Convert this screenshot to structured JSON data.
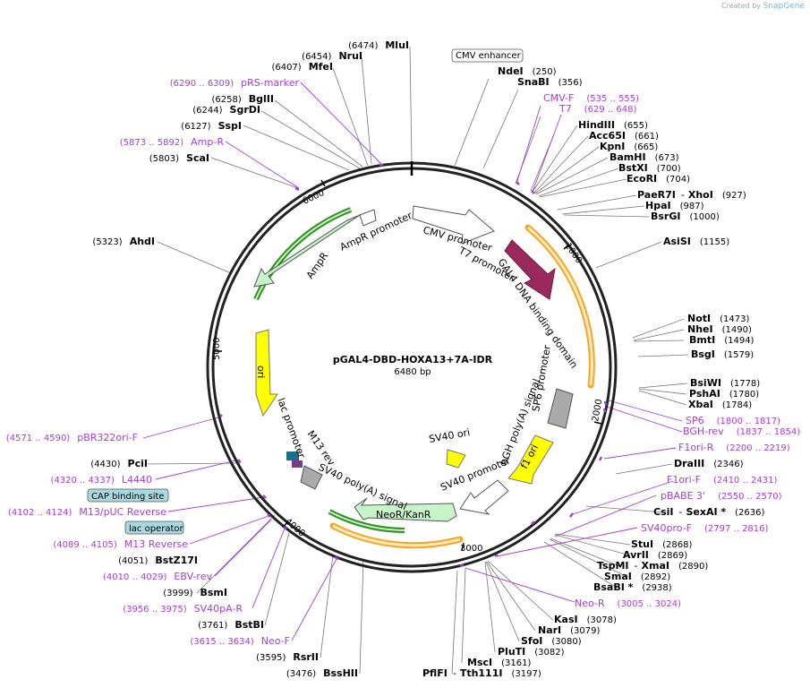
{
  "credit": {
    "prefix": "Created by",
    "brand": "SnapGene"
  },
  "plasmid": {
    "name": "pGAL4-DBD-HOXA13+7A-IDR",
    "length": "6480 bp"
  },
  "ticks": [
    "1000",
    "2000",
    "3000",
    "4000",
    "5000",
    "6000"
  ],
  "labels_right": [
    {
      "name": "NdeI",
      "pos": "(250)"
    },
    {
      "name": "SnaBI",
      "pos": "(356)"
    },
    {
      "primer": "CMV-F",
      "range": "(535 .. 555)"
    },
    {
      "primer": "T7",
      "range": "(629 .. 648)"
    },
    {
      "name": "HindIII",
      "pos": "(655)"
    },
    {
      "name": "Acc65I",
      "pos": "(661)"
    },
    {
      "name": "KpnI",
      "pos": "(665)"
    },
    {
      "name": "BamHI",
      "pos": "(673)"
    },
    {
      "name": "BstXI",
      "pos": "(700)"
    },
    {
      "name": "EcoRI",
      "pos": "(704)"
    },
    {
      "name": "PaeR7I",
      "sep": "-",
      "name2": "XhoI",
      "pos": "(927)"
    },
    {
      "name": "HpaI",
      "pos": "(987)"
    },
    {
      "name": "BsrGI",
      "pos": "(1000)"
    },
    {
      "name": "AsiSI",
      "pos": "(1155)"
    },
    {
      "name": "NotI",
      "pos": "(1473)"
    },
    {
      "name": "NheI",
      "pos": "(1490)"
    },
    {
      "name": "BmtI",
      "pos": "(1494)"
    },
    {
      "name": "BsgI",
      "pos": "(1579)"
    },
    {
      "name": "BsiWI",
      "pos": "(1778)"
    },
    {
      "name": "PshAI",
      "pos": "(1780)"
    },
    {
      "name": "XbaI",
      "pos": "(1784)"
    },
    {
      "primer": "SP6",
      "range": "(1800 .. 1817)"
    },
    {
      "primer": "BGH-rev",
      "range": "(1837 .. 1854)"
    },
    {
      "primer": "F1ori-R",
      "range": "(2200 .. 2219)"
    },
    {
      "name": "DraIII",
      "pos": "(2346)"
    },
    {
      "primer": "F1ori-F",
      "range": "(2410 .. 2431)"
    },
    {
      "primer": "pBABE 3'",
      "range": "(2550 .. 2570)"
    },
    {
      "name": "CsiI",
      "sep": "-",
      "name2": "SexAI *",
      "pos": "(2636)"
    },
    {
      "primer": "SV40pro-F",
      "range": "(2797 .. 2816)"
    },
    {
      "name": "StuI",
      "pos": "(2868)"
    },
    {
      "name": "AvrII",
      "pos": "(2869)"
    },
    {
      "name": "TspMI",
      "sep": "-",
      "name2": "XmaI",
      "pos": "(2890)"
    },
    {
      "name": "SmaI",
      "pos": "(2892)"
    },
    {
      "name": "BsaBI *",
      "pos": "(2938)"
    },
    {
      "primer": "Neo-R",
      "range": "(3005 .. 3024)"
    },
    {
      "name": "KasI",
      "pos": "(3078)"
    },
    {
      "name": "NarI",
      "pos": "(3079)"
    },
    {
      "name": "SfoI",
      "pos": "(3080)"
    },
    {
      "name": "PluTI",
      "pos": "(3082)"
    },
    {
      "name": "MscI",
      "pos": "(3161)"
    },
    {
      "name": "PflFI",
      "sep": "-",
      "name2": "Tth111I",
      "pos": "(3197)"
    }
  ],
  "labels_left": [
    {
      "name": "MluI",
      "pos": "(6474)"
    },
    {
      "name": "NruI",
      "pos": "(6454)"
    },
    {
      "name": "MfeI",
      "pos": "(6407)"
    },
    {
      "primer": "pRS-marker",
      "range": "(6290 .. 6309)"
    },
    {
      "name": "BglII",
      "pos": "(6258)"
    },
    {
      "name": "SgrDI",
      "pos": "(6244)"
    },
    {
      "name": "SspI",
      "pos": "(6127)"
    },
    {
      "primer": "Amp-R",
      "range": "(5873 .. 5892)"
    },
    {
      "name": "ScaI",
      "pos": "(5803)"
    },
    {
      "name": "AhdI",
      "pos": "(5323)"
    },
    {
      "primer": "pBR322ori-F",
      "range": "(4571 .. 4590)"
    },
    {
      "name": "PciI",
      "pos": "(4430)"
    },
    {
      "primer": "L4440",
      "range": "(4320 .. 4337)"
    },
    {
      "primer": "M13/pUC Reverse",
      "range": "(4102 .. 4124)"
    },
    {
      "primer": "M13 Reverse",
      "range": "(4089 .. 4105)"
    },
    {
      "name": "BstZ17I",
      "pos": "(4051)"
    },
    {
      "primer": "EBV-rev",
      "range": "(4010 .. 4029)"
    },
    {
      "name": "BsmI",
      "pos": "(3999)"
    },
    {
      "primer": "SV40pA-R",
      "range": "(3956 .. 3975)"
    },
    {
      "name": "BstBI",
      "pos": "(3761)"
    },
    {
      "primer": "Neo-F",
      "range": "(3615 .. 3634)"
    },
    {
      "name": "RsrII",
      "pos": "(3595)"
    },
    {
      "name": "BssHII",
      "pos": "(3476)"
    }
  ],
  "boxed": {
    "cmv_enhancer": "CMV enhancer",
    "cap_site": "CAP binding site",
    "lac_operator": "lac operator"
  },
  "features": {
    "cmv_promoter": "CMV promoter",
    "t7_promoter": "T7 promoter",
    "gal4": "GAL4 DNA binding domain",
    "sp6": "SP6 promoter",
    "bgh": "bGH poly(A) signal",
    "f1ori": "f1 ori",
    "sv40ori": "SV40 ori",
    "sv40prom": "SV40 promoter",
    "neor": "NeoR/KanR",
    "sv40pa": "SV40 poly(A) signal",
    "m13rev": "M13 rev",
    "lacprom": "lac promoter",
    "ori": "ori",
    "ampr": "AmpR",
    "amprprom": "AmpR promoter"
  },
  "colors": {
    "ring": "#222222",
    "primer": "#a23fd1",
    "gal4": "#9a2a5e",
    "ori": "#ffff00",
    "ampr": "#c8f5c8",
    "neor": "#c8f5c8",
    "orange": "#f5a623",
    "green": "#2f8f1f",
    "box": "#a8d8e0"
  }
}
